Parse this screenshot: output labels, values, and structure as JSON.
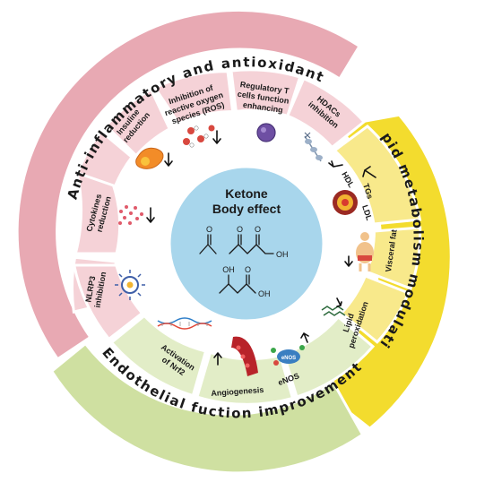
{
  "outer_ring": {
    "anti_inflammatory": "Anti-inflammatory and antioxidant",
    "lipid_metabolism": "Lipid metabolism modulation",
    "endothelial": "Endothelial fuction improvement"
  },
  "center": {
    "title_line1": "Ketone",
    "title_line2": "Body effect",
    "chem_labels": [
      "O",
      "O",
      "O",
      "OH",
      "OH",
      "O",
      "OH"
    ]
  },
  "segments": {
    "insuline": [
      "Insuline",
      "reduction"
    ],
    "ros": [
      "Inhibition of",
      "reactive oxygen",
      "species (ROS)"
    ],
    "treg": [
      "Regulatory T",
      "cells function",
      "enhancing"
    ],
    "hdac": [
      "HDACs",
      "inhibition"
    ],
    "cytokines": [
      "Cytokines",
      "reduction"
    ],
    "nlrp3": [
      "NLRP3",
      "inhibition"
    ],
    "nrf2": [
      "Activation",
      "of Nrf2"
    ],
    "angiogenesis": [
      "Angiogenesis"
    ],
    "enos": [
      "eNOS"
    ],
    "lipid_perox": [
      "Lipid",
      "peroxidation"
    ],
    "visceral": [
      "Visceral fat"
    ],
    "tgs": [
      "TGs"
    ],
    "ldl": [
      "LDL"
    ],
    "hdl": [
      "HDL"
    ]
  },
  "icon_labels": {
    "enos_badge": "eNOS"
  },
  "colors": {
    "pink_outer": "#e8a9b3",
    "pink_inner": "#f5d2d7",
    "yellow_outer": "#f3dc2e",
    "yellow_inner": "#f8e98b",
    "green_outer": "#cfe0a1",
    "green_inner": "#e2edc7",
    "center": "#a8d6ec"
  }
}
